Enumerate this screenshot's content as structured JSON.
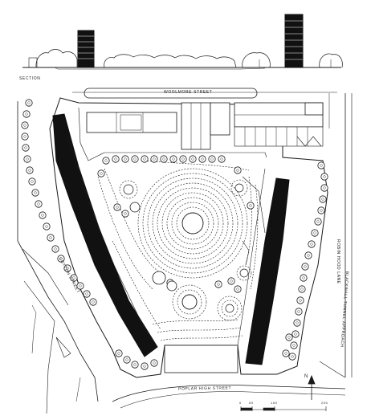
{
  "labels": {
    "section": "SECTION",
    "street_top": "WOOLMORE STREET",
    "street_bottom": "POPLAR HIGH STREET",
    "street_left": "COTTON STREET",
    "street_right_1": "ROBIN HOOD LANE",
    "street_right_2": "BLACKWALL TUNNEL APPROACH",
    "north": "N"
  },
  "scale": {
    "ticks": [
      "0",
      "50",
      "100",
      "200"
    ],
    "unit": ""
  },
  "colors": {
    "ink": "#1a1a1a",
    "paper": "#ffffff",
    "block": "#111111"
  }
}
